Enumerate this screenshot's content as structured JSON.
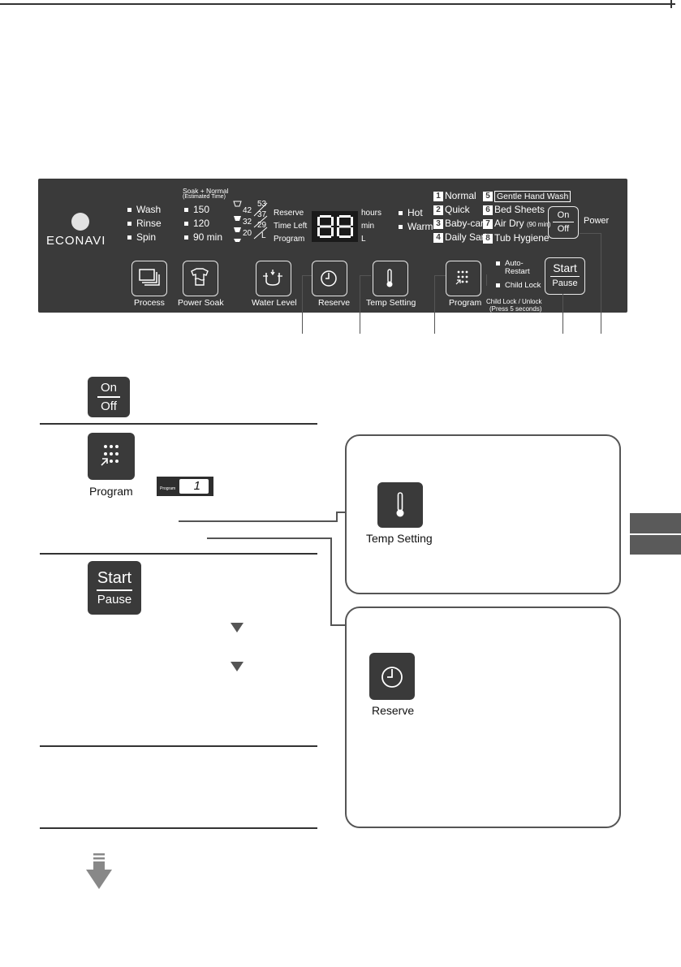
{
  "panel": {
    "brand": "ECONAVI",
    "process_steps": [
      "Wash",
      "Rinse",
      "Spin"
    ],
    "soak_header": "Soak + Normal",
    "soak_subheader": "(Estimated Time)",
    "soak_times": [
      "150",
      "120",
      "90 min"
    ],
    "water_levels_left": [
      "42",
      "32",
      "20"
    ],
    "water_levels_right": [
      "53",
      "37",
      "29"
    ],
    "water_unit": "L",
    "display_labels": [
      "Reserve",
      "Time Left",
      "Program"
    ],
    "display_digits": "88",
    "display_units": [
      "hours",
      "min",
      "L"
    ],
    "temps": [
      "Hot",
      "Warm"
    ],
    "programs": [
      {
        "num": "1",
        "name": "Normal"
      },
      {
        "num": "2",
        "name": "Quick"
      },
      {
        "num": "3",
        "name": "Baby-care"
      },
      {
        "num": "4",
        "name": "Daily Sari"
      },
      {
        "num": "5",
        "name": "Gentle Hand Wash"
      },
      {
        "num": "6",
        "name": "Bed Sheets"
      },
      {
        "num": "7",
        "name": "Air Dry",
        "note": "(90 min)"
      },
      {
        "num": "8",
        "name": "Tub Hygiene"
      }
    ],
    "power_label": "Power",
    "on_label": "On",
    "off_label": "Off",
    "buttons": {
      "process": "Process",
      "power_soak": "Power Soak",
      "water_level": "Water Level",
      "reserve": "Reserve",
      "temp_setting": "Temp Setting",
      "program": "Program",
      "start": "Start",
      "pause": "Pause"
    },
    "auto_restart": "Auto-\nRestart",
    "auto_restart_l1": "Auto-",
    "auto_restart_l2": "Restart",
    "child_lock": "Child Lock",
    "child_lock_note_l1": "Child Lock / Unlock",
    "child_lock_note_l2": "(Press 5 seconds)"
  },
  "steps": {
    "on": "On",
    "off": "Off",
    "program": "Program",
    "program_display_label": "Program",
    "program_display_value": "1",
    "start": "Start",
    "pause": "Pause"
  },
  "boxes": {
    "temp_setting": "Temp Setting",
    "reserve": "Reserve"
  }
}
